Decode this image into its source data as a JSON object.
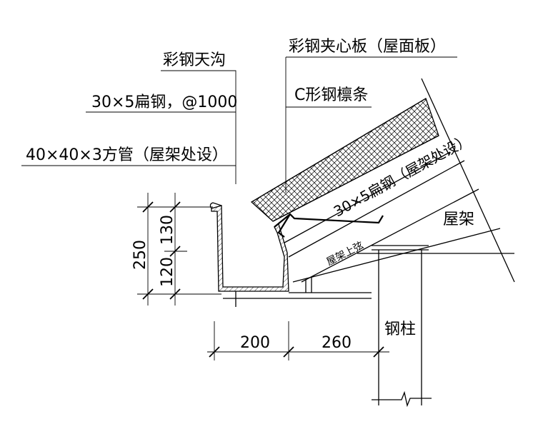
{
  "labels": {
    "gutter": "彩钢天沟",
    "sandwich_panel": "彩钢夹心板（屋面板）",
    "purlin": "C形钢檩条",
    "flat_steel": "30×5扁钢，@1000",
    "square_tube": "40×40×3方管（屋架处设）",
    "flat_steel_diag": "30×5扁钢（屋架处设）",
    "truss": "屋架",
    "top_chord": "屋架上弦",
    "steel_column": "钢柱"
  },
  "dimensions": {
    "total_height": "250",
    "upper_height": "130",
    "lower_height": "120",
    "width_left": "200",
    "width_right": "260"
  },
  "colors": {
    "line": "#000000",
    "background": "#ffffff"
  }
}
